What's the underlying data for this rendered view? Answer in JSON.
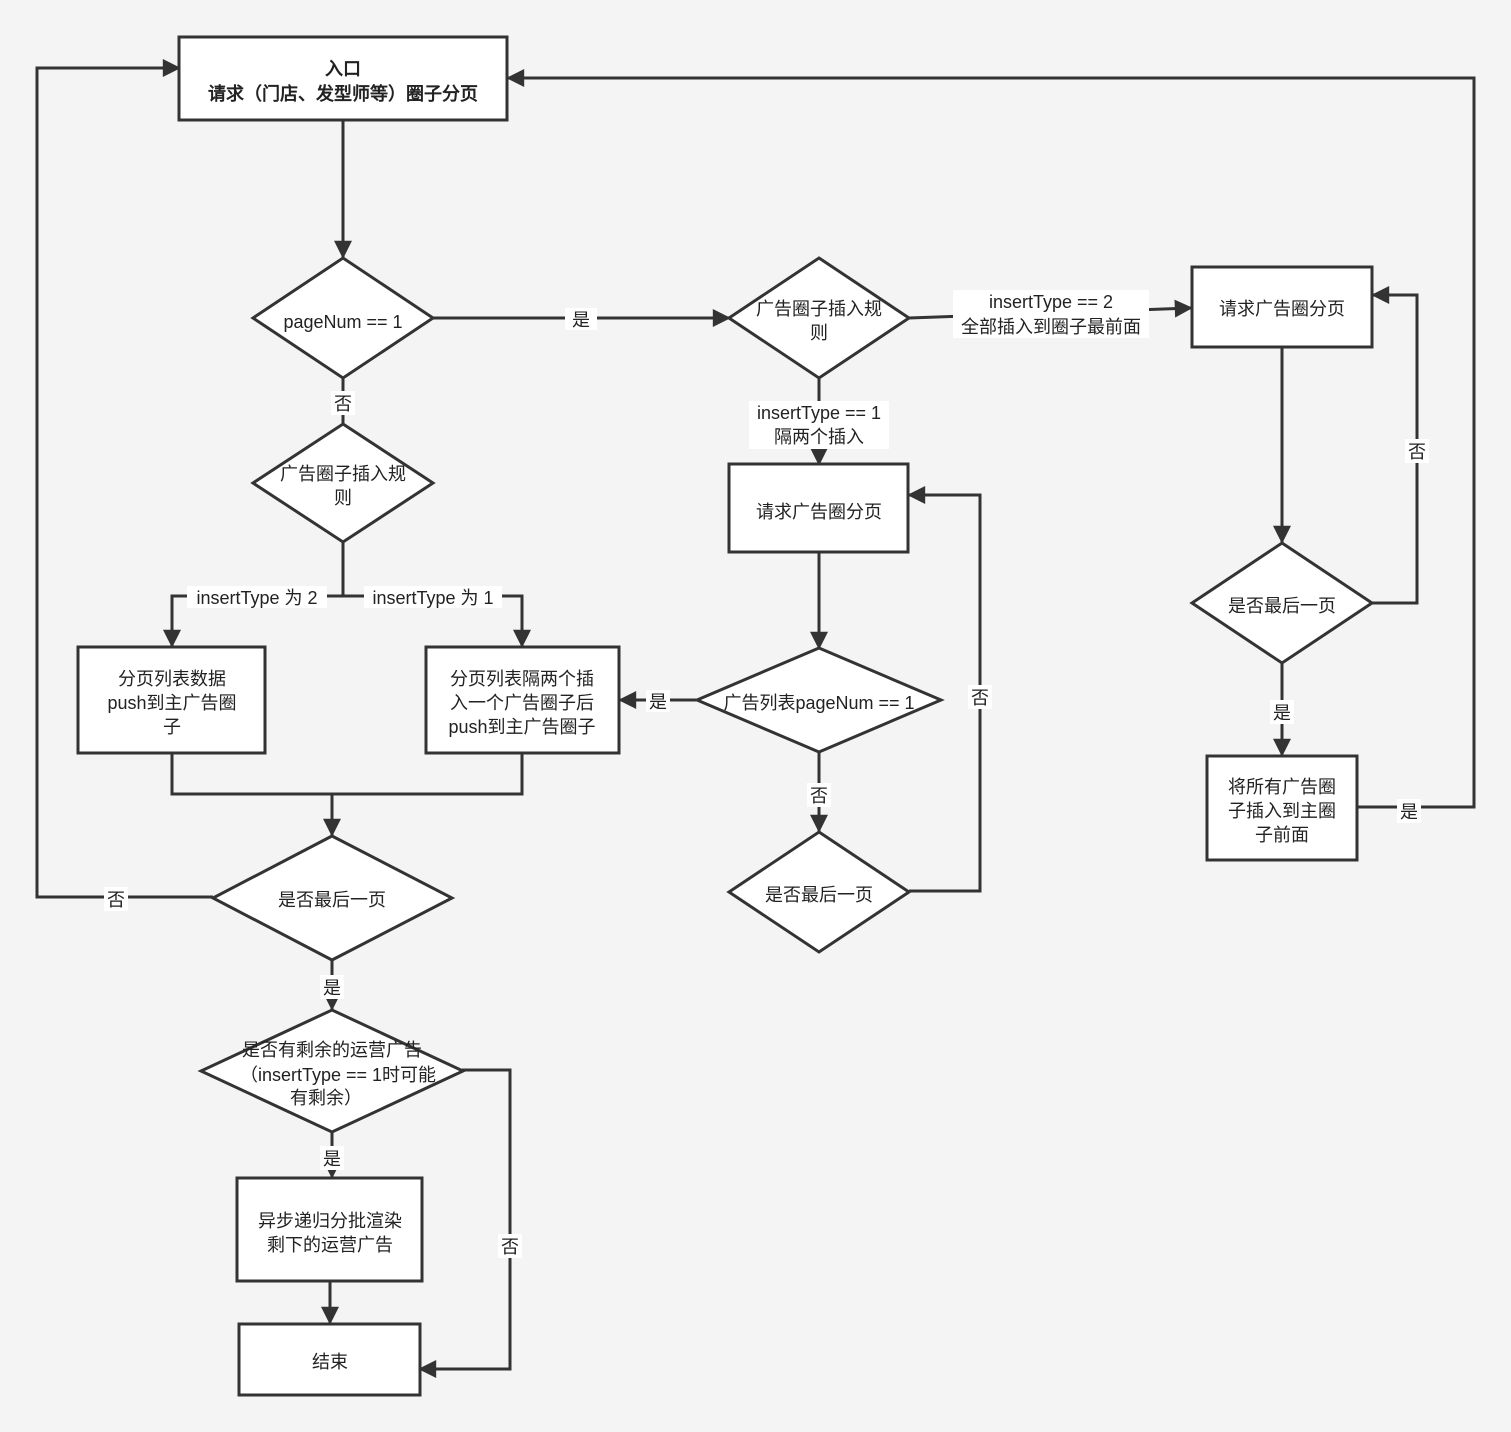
{
  "nodes": {
    "entry": {
      "line1": "入口",
      "line2": "请求（门店、发型师等）圈子分页"
    },
    "page_num_check": "pageNum == 1",
    "rule_left": {
      "line1": "广告圈子插入规",
      "line2": "则"
    },
    "rule_mid": {
      "line1": "广告圈子插入规",
      "line2": "则"
    },
    "push_all": {
      "line1": "分页列表数据",
      "line2": "push到主广告圈",
      "line3": "子"
    },
    "push_interleave": {
      "line1": "分页列表隔两个插",
      "line2": "入一个广告圈子后",
      "line3": "push到主广告圈子"
    },
    "request_ad_mid": "请求广告圈分页",
    "request_ad_right": "请求广告圈分页",
    "ad_list_page_check": "广告列表pageNum == 1",
    "last_page_mid": "是否最后一页",
    "last_page_right": "是否最后一页",
    "insert_front": {
      "line1": "将所有广告圈",
      "line2": "子插入到主圈",
      "line3": "子前面"
    },
    "last_page_main": "是否最后一页",
    "remaining_check": {
      "line1": "是否有剩余的运营广告",
      "line2": "（insertType == 1时可能",
      "line3": "有剩余）"
    },
    "async_render": {
      "line1": "异步递归分批渲染",
      "line2": "剩下的运营广告"
    },
    "end": "结束"
  },
  "edges": {
    "yes_page1": "是",
    "no_page1": "否",
    "type2_front": {
      "line1": "insertType == 2",
      "line2": "全部插入到圈子最前面"
    },
    "type1_interval": {
      "line1": "insertType == 1",
      "line2": "隔两个插入"
    },
    "left_type2": "insertType 为 2",
    "left_type1": "insertType 为 1",
    "yes_ad_page1": "是",
    "no_ad_page1": "否",
    "no_last_mid": "否",
    "no_last_right": "否",
    "yes_last_right": "是",
    "yes_insert_front": "是",
    "no_last_main": "否",
    "yes_last_main": "是",
    "yes_remaining": "是",
    "no_remaining": "否"
  }
}
